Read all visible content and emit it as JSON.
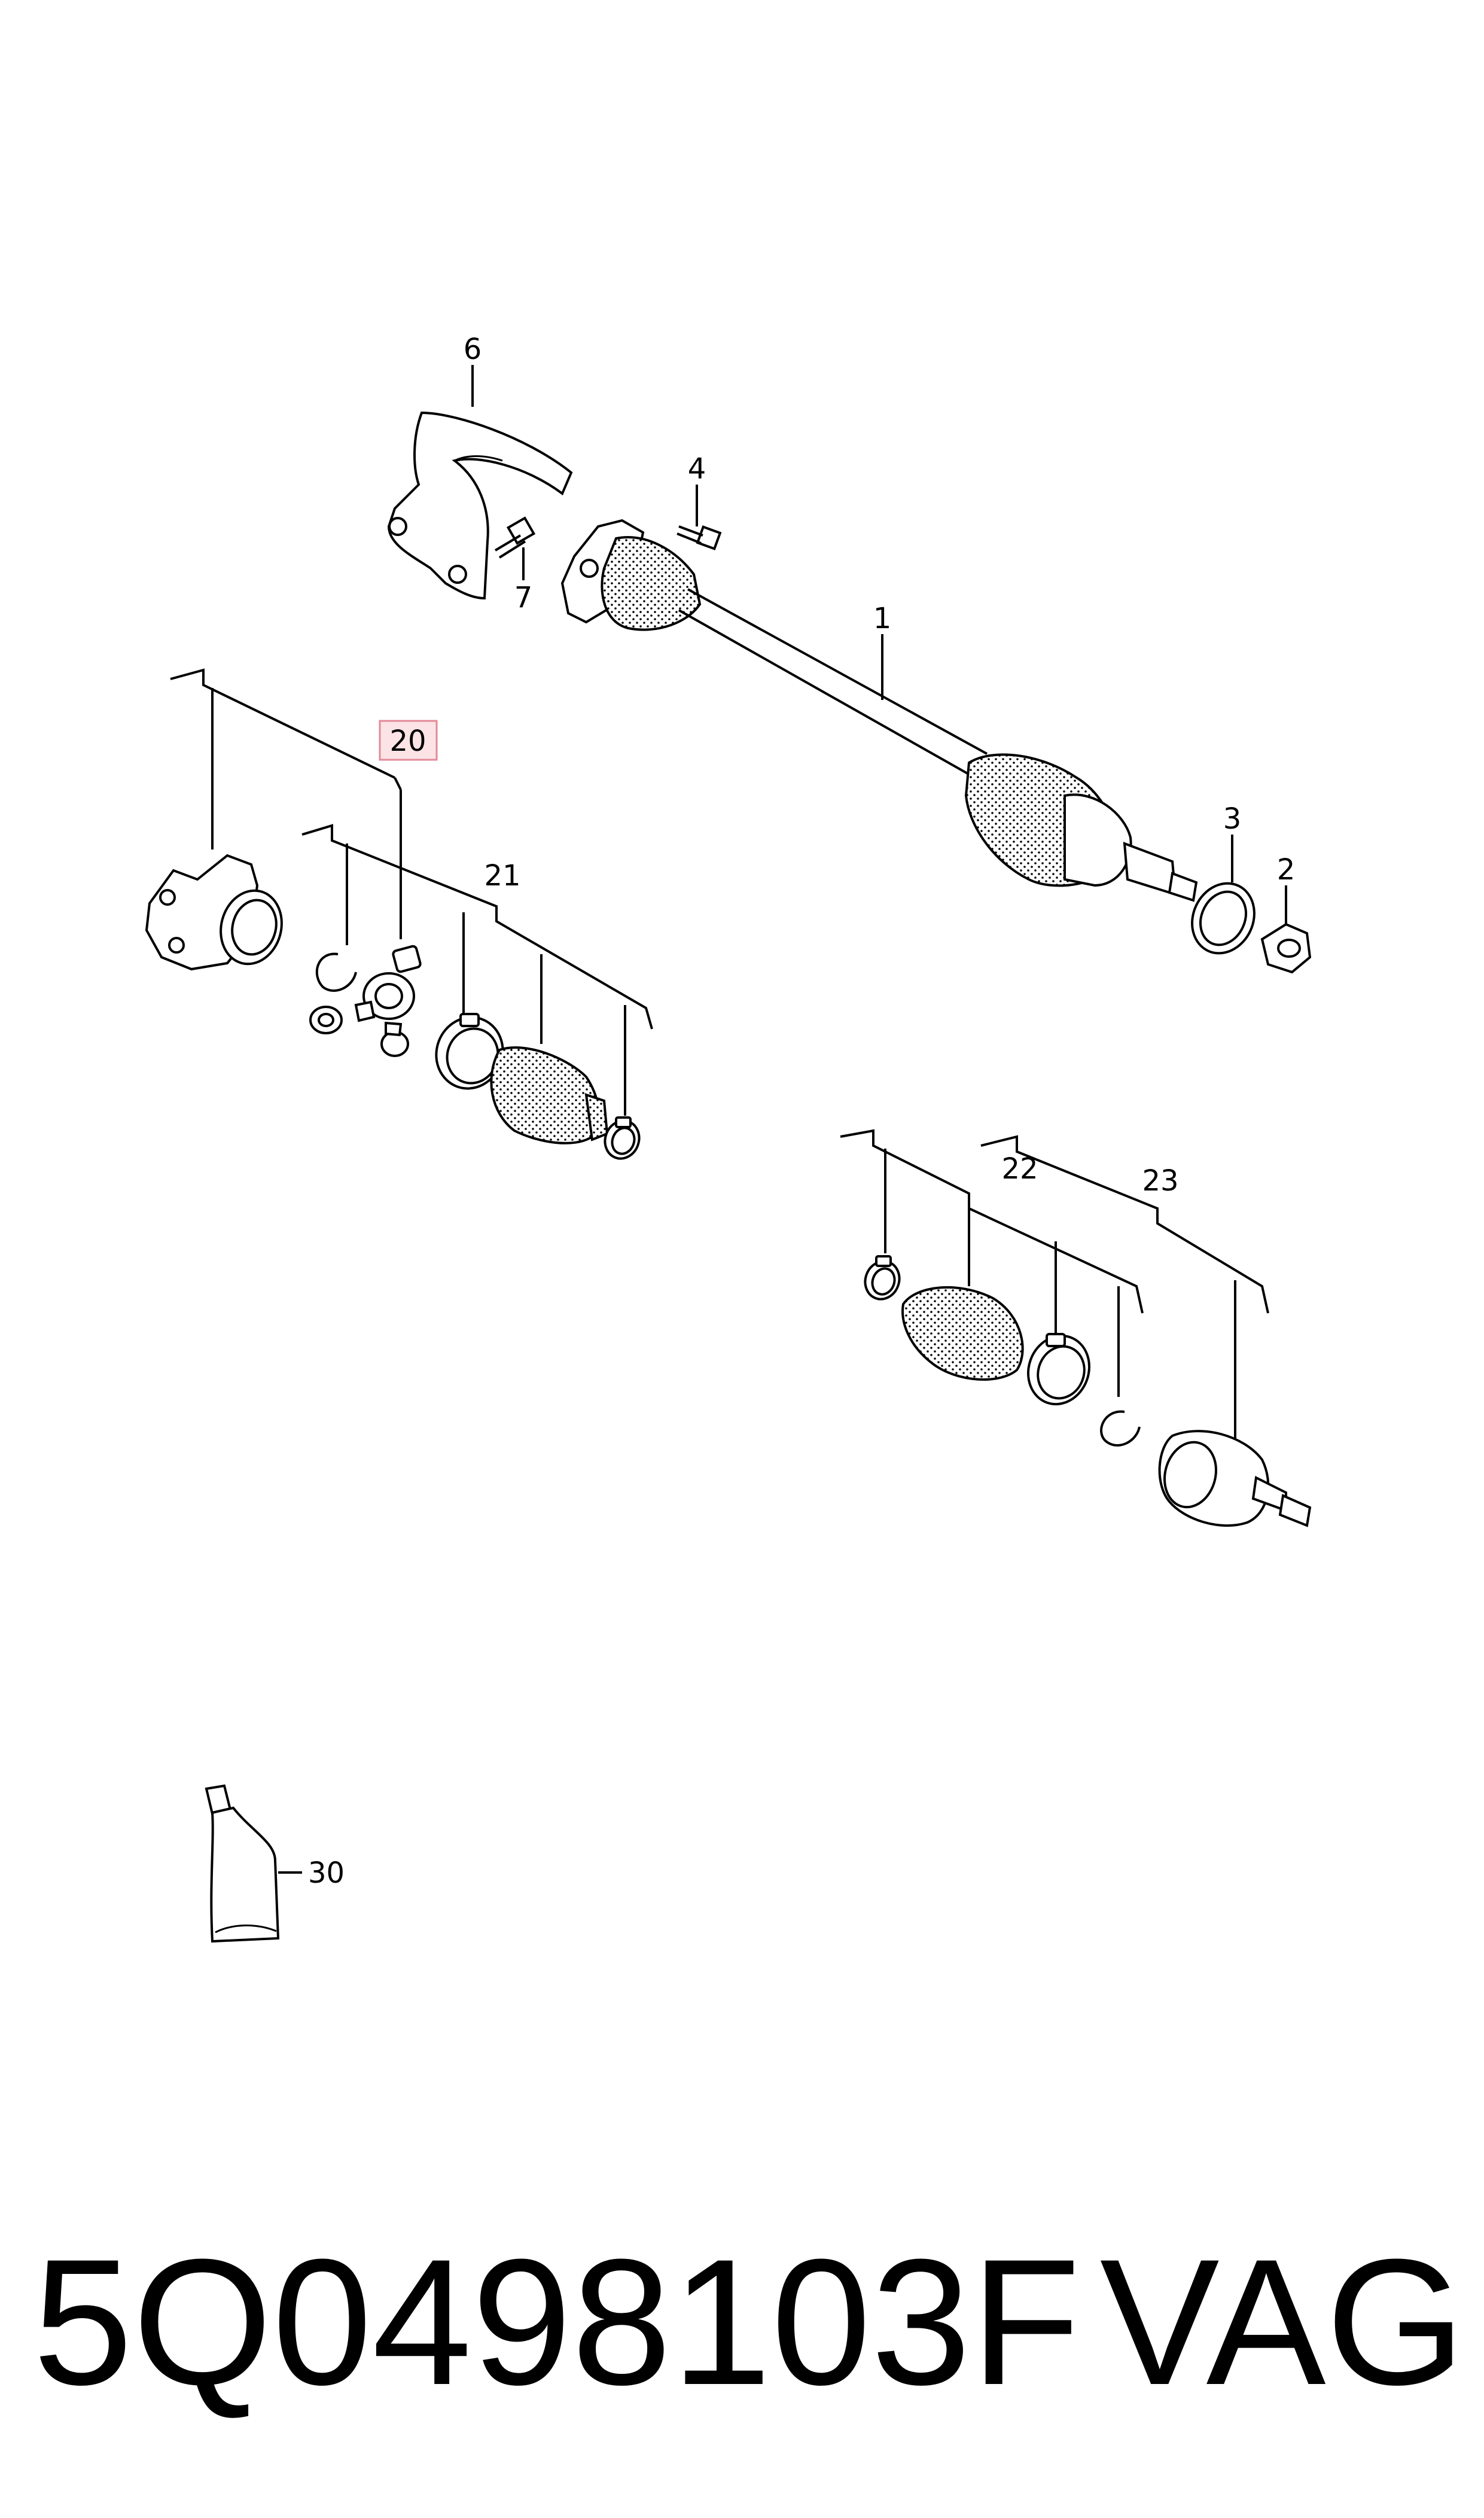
{
  "callouts": {
    "c1": "1",
    "c2": "2",
    "c3": "3",
    "c4": "4",
    "c6": "6",
    "c7": "7",
    "c20": "20",
    "c21": "21",
    "c22": "22",
    "c23": "23",
    "c30": "30"
  },
  "footer": {
    "part_number": "5Q0498103F",
    "brand": "VAG"
  },
  "colors": {
    "highlight_fill": "#fbe3e6",
    "highlight_border": "#e38a96",
    "ink": "#000000"
  }
}
